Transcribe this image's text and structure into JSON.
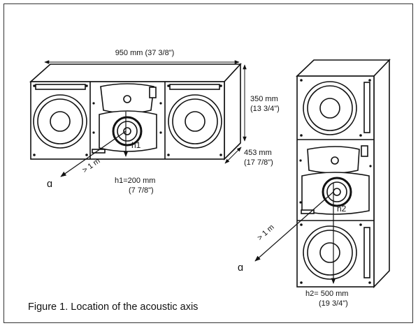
{
  "figure": {
    "caption": "Figure 1. Location of the acoustic axis",
    "width_label": "950 mm (37 3/8\")",
    "height_label_mm": "350 mm",
    "height_label_in": "(13 3/4\")",
    "depth_label_mm": "453 mm",
    "depth_label_in": "(17 7/8\")",
    "h1_label_mm": "h1=200 mm",
    "h1_label_in": "(7 7/8\")",
    "h1_axis": "h1",
    "h2_label_mm": "h2= 500 mm",
    "h2_label_in": "(19 3/4\")",
    "h2_axis": "h2",
    "distance_label": "> 1 m",
    "listener_symbol": "ɑ"
  }
}
